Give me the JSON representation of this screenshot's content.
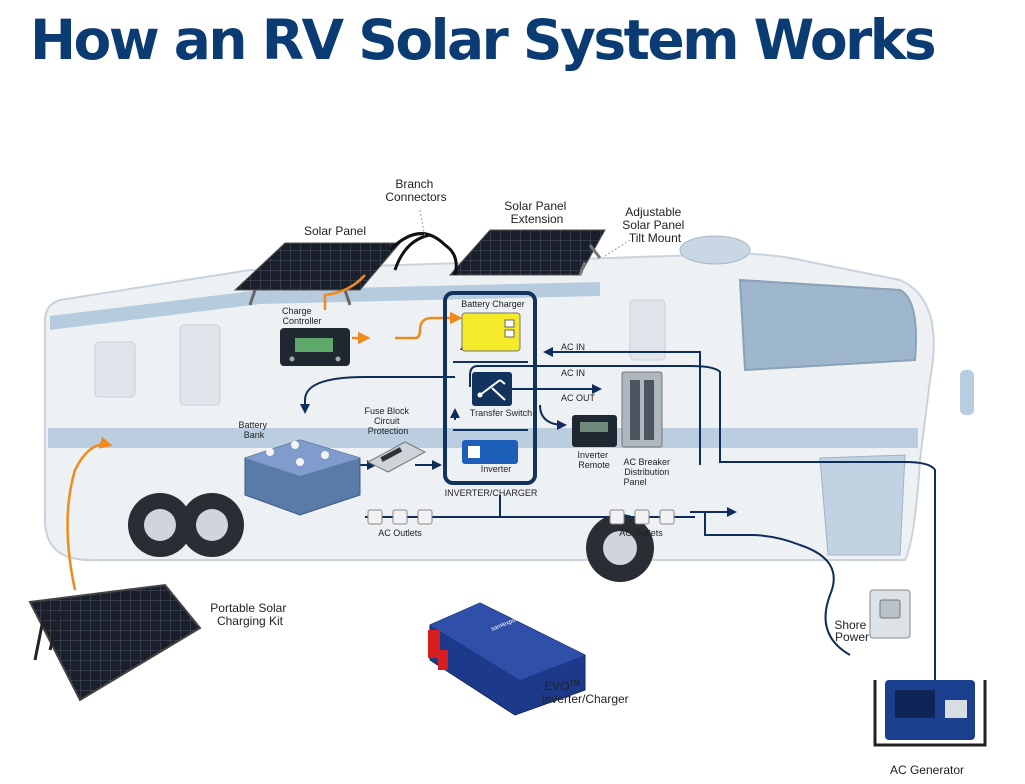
{
  "title": "How an RV Solar System Works",
  "labels": {
    "branch_connectors": [
      "Branch",
      "Connectors"
    ],
    "solar_panel": "Solar Panel",
    "solar_panel_extension": [
      "Solar Panel",
      "Extension"
    ],
    "tilt_mount": [
      "Adjustable",
      "Solar Panel",
      "Tilt Mount"
    ],
    "charge_controller": [
      "Charge",
      "Controller"
    ],
    "battery_charger": "Battery Charger",
    "ac_in_1": "AC IN",
    "ac_in_2": "AC IN",
    "ac_out": "AC OUT",
    "transfer_switch": "Transfer Switch",
    "inverter": "Inverter",
    "inverter_charger": "INVERTER/CHARGER",
    "fuse_block": [
      "Fuse Block",
      "Circuit",
      "Protection"
    ],
    "battery_bank": [
      "Battery",
      "Bank"
    ],
    "inverter_remote": [
      "Inverter",
      "Remote"
    ],
    "breaker_panel": [
      "AC Breaker",
      "Distribution",
      "Panel"
    ],
    "ac_outlets_left": "AC Outlets",
    "ac_outlets_right": "AC Outlets",
    "portable_kit": [
      "Portable Solar",
      "Charging Kit"
    ],
    "evo": "EVO",
    "evo_tm": "TM",
    "evo_sub": "Inverter/Charger",
    "shore_power": [
      "Shore",
      "Power"
    ],
    "ac_generator": "AC Generator",
    "brand": "samlexpower"
  },
  "colors": {
    "title": "#0a3c73",
    "dc_line": "#f08a1c",
    "ac_line": "#0f2d5a",
    "inverter_box": "#13335f",
    "rv_body": "#eef1f4",
    "rv_stripe": "#a9c2d9",
    "charger_yellow": "#f4ea2a",
    "evo_blue": "#1d3a8a",
    "evo_red": "#d81e1e",
    "generator_blue": "#1b3f8f"
  },
  "icons": {
    "solar_panels": "solar-panel-icon",
    "battery": "battery-icon",
    "outlet": "outlet-icon",
    "breaker_panel": "breaker-panel-icon",
    "generator": "generator-icon",
    "shore_box": "shore-power-box-icon"
  }
}
